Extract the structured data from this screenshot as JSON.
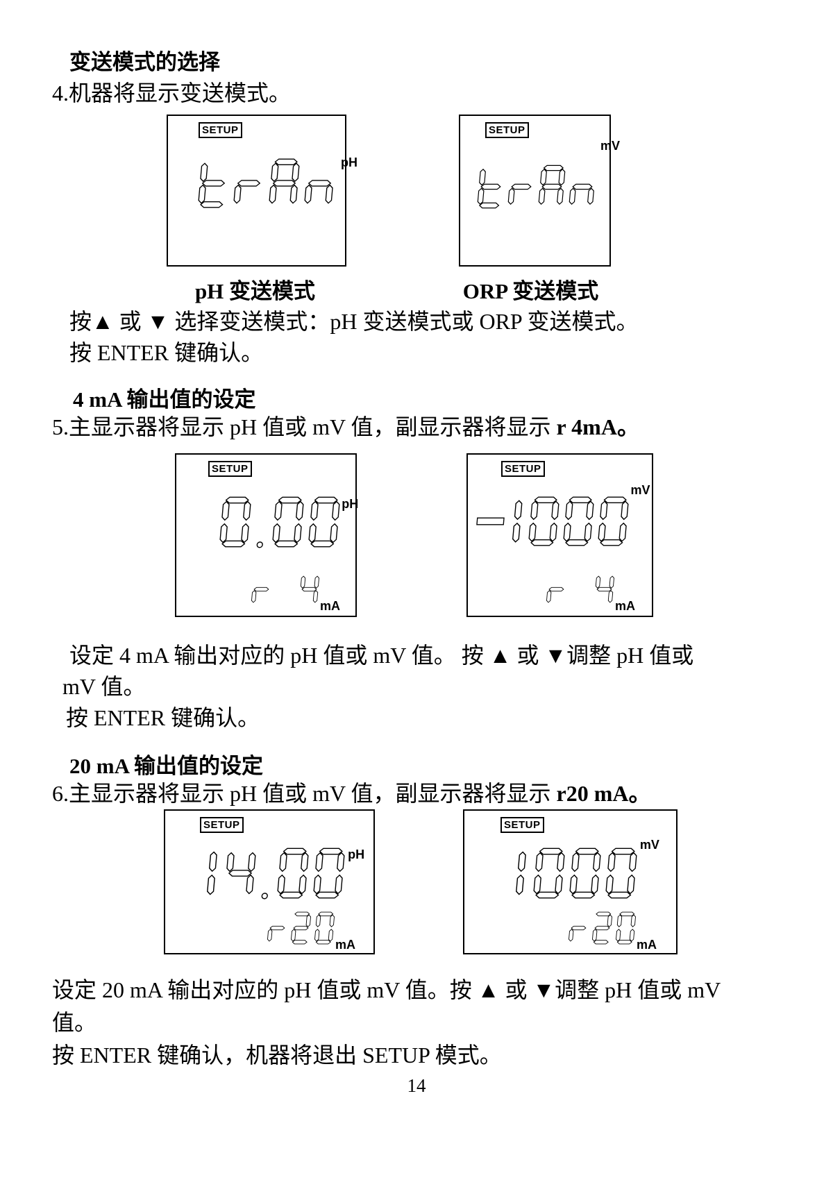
{
  "page": {
    "number": "14"
  },
  "sections": [
    {
      "heading": "变送模式的选择",
      "step_text": "4.机器将显示变送模式。",
      "step_highlight": "",
      "caption_left": "pH 变送模式",
      "caption_right": "ORP 变送模式",
      "line1": "按▲ 或 ▼ 选择变送模式：pH 变送模式或 ORP 变送模式。",
      "line2": "按 ENTER 键确认。"
    },
    {
      "heading": "4 mA 输出值的设定",
      "step_text": "5.主显示器将显示 pH 值或 mV 值，副显示器将显示 ",
      "step_highlight": "r 4mA。",
      "line1": "设定 4 mA 输出对应的 pH 值或 mV 值。 按 ▲ 或 ▼调整 pH 值或",
      "line2": "mV 值。",
      "line3": "按 ENTER 键确认。"
    },
    {
      "heading": "20 mA 输出值的设定",
      "step_text": "6.主显示器将显示 pH 值或 mV 值，副显示器将显示 ",
      "step_highlight": "r20 mA。",
      "line1": "设定 20 mA 输出对应的 pH 值或 mV 值。按 ▲ 或 ▼调整 pH 值或 mV",
      "line2": "值。",
      "line3": "按 ENTER 键确认，机器将退出 SETUP 模式。"
    }
  ],
  "lcd_panels": [
    {
      "name": "ph-transmit",
      "setup": "SETUP",
      "main": "trAn",
      "main_unit": "pH",
      "sub": "",
      "sub_unit": ""
    },
    {
      "name": "orp-transmit",
      "setup": "SETUP",
      "main": "trAn",
      "main_unit": "mV",
      "sub": "",
      "sub_unit": ""
    },
    {
      "name": "ph-4ma",
      "setup": "SETUP",
      "main": "0.00",
      "main_unit": "pH",
      "sub": "r 4",
      "sub_unit": "mA"
    },
    {
      "name": "orp-4ma",
      "setup": "SETUP",
      "main": "-1000",
      "main_unit": "mV",
      "sub": "r 4",
      "sub_unit": "mA"
    },
    {
      "name": "ph-20ma",
      "setup": "SETUP",
      "main": "14.00",
      "main_unit": "pH",
      "sub": "r20",
      "sub_unit": "mA"
    },
    {
      "name": "orp-20ma",
      "setup": "SETUP",
      "main": "1000",
      "main_unit": "mV",
      "sub": "r20",
      "sub_unit": "mA"
    }
  ]
}
